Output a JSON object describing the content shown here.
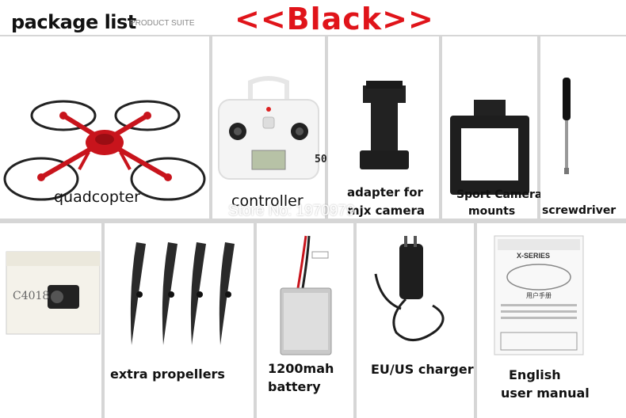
{
  "header": {
    "title": "package list",
    "subtitle": "PRODUCT SUITE",
    "variant": "<<Black>>"
  },
  "watermark": "Store No: 1970979",
  "items": [
    {
      "label": "quadcopter"
    },
    {
      "label": "controller",
      "screen_text": "50"
    },
    {
      "label_line1": "adapter for",
      "label_line2": "mjx camera"
    },
    {
      "label_line1": "Sport Camera",
      "label_line2": "mounts"
    },
    {
      "label": "screwdriver"
    },
    {
      "box_model": "C4018"
    },
    {
      "label": "extra propellers"
    },
    {
      "label_line1": "1200mah",
      "label_line2": "battery"
    },
    {
      "label": "EU/US charger"
    },
    {
      "label_line1": "English",
      "label_line2": "user manual",
      "manual_brand": "X-SERIES",
      "manual_title": "用户手册"
    }
  ],
  "colors": {
    "accent_red": "#e0141a",
    "drone_red": "#c8141c",
    "panel_white": "#ffffff",
    "grid_gray": "#d6d6d6"
  }
}
